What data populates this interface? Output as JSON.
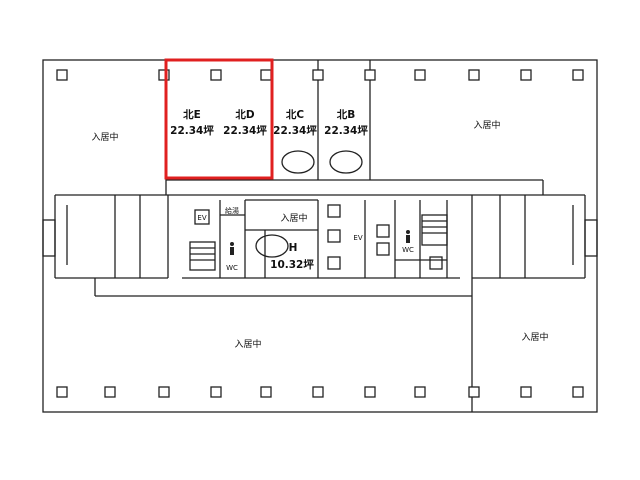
{
  "plan": {
    "units": [
      {
        "name": "北E",
        "area": "22.34坪"
      },
      {
        "name": "北D",
        "area": "22.34坪"
      },
      {
        "name": "北C",
        "area": "22.34坪"
      },
      {
        "name": "北B",
        "area": "22.34坪"
      },
      {
        "name": "H",
        "area": "10.32坪"
      }
    ],
    "occupied_label": "入居中",
    "ev_label": "EV",
    "wc_label": "WC",
    "kitchenette_label": "給湯",
    "highlight_color": "#e02020"
  }
}
